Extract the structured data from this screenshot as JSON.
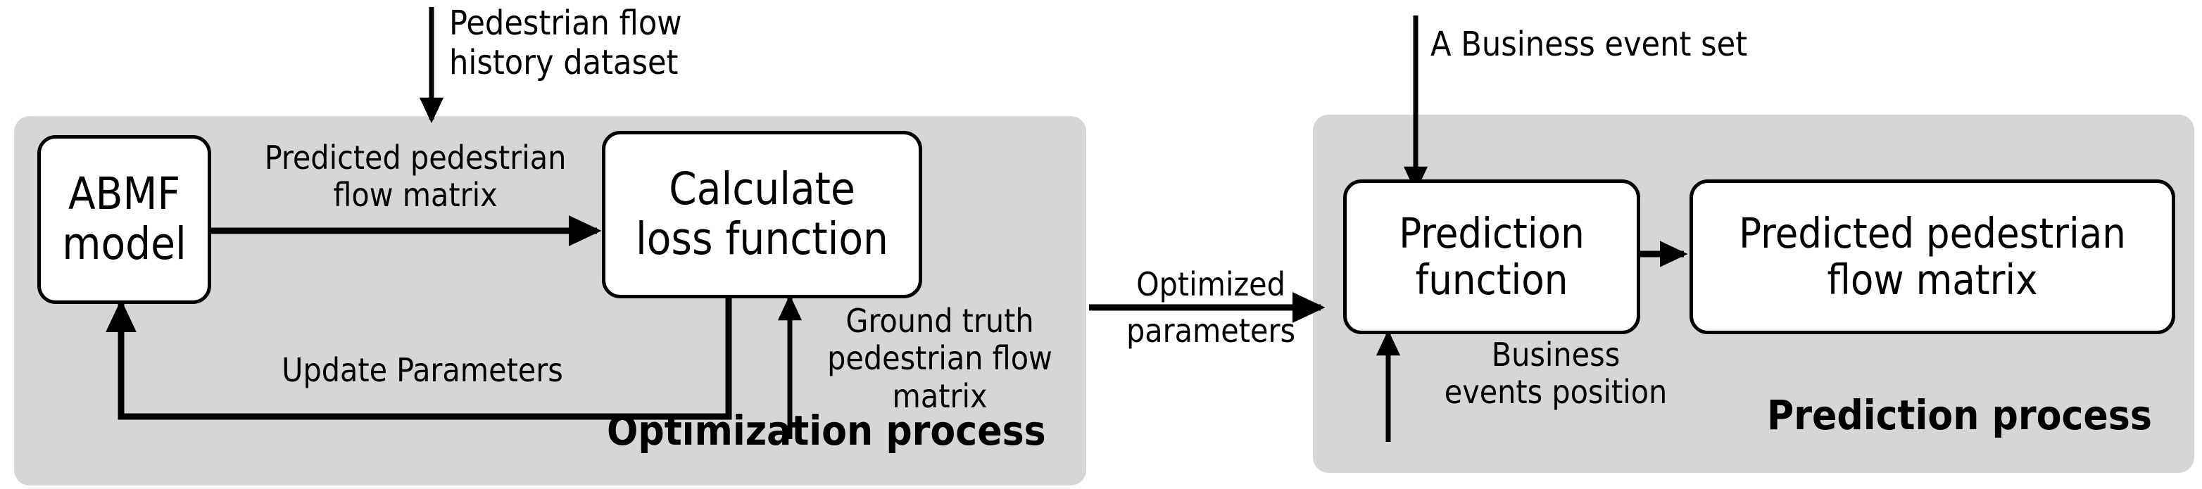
{
  "diagram": {
    "title_visible": false,
    "background_color": "#ffffff",
    "panel_color": "#d6d6d6",
    "stroke_color": "#000000"
  },
  "panels": [
    {
      "id": "optimization",
      "label": "Optimization process"
    },
    {
      "id": "prediction",
      "label": "Prediction process"
    }
  ],
  "nodes": [
    {
      "id": "abmf",
      "label": "ABMF\nmodel"
    },
    {
      "id": "calc_loss",
      "label": "Calculate\nloss function"
    },
    {
      "id": "pred_function",
      "label": "Prediction\nfunction"
    },
    {
      "id": "pred_matrix",
      "label": "Predicted pedestrian\nflow matrix"
    }
  ],
  "edge_labels": [
    {
      "id": "history_dataset",
      "label": "Pedestrian flow\nhistory dataset"
    },
    {
      "id": "predicted_matrix",
      "label": "Predicted pedestrian\nflow matrix"
    },
    {
      "id": "update_params",
      "label": "Update Parameters"
    },
    {
      "id": "ground_truth",
      "label": "Ground truth\npedestrian flow matrix"
    },
    {
      "id": "optimized_top",
      "label": "Optimized"
    },
    {
      "id": "optimized_bottom",
      "label": "parameters"
    },
    {
      "id": "business_event_set",
      "label": "A Business event set"
    },
    {
      "id": "business_events_position",
      "label": "Business\nevents position"
    }
  ]
}
